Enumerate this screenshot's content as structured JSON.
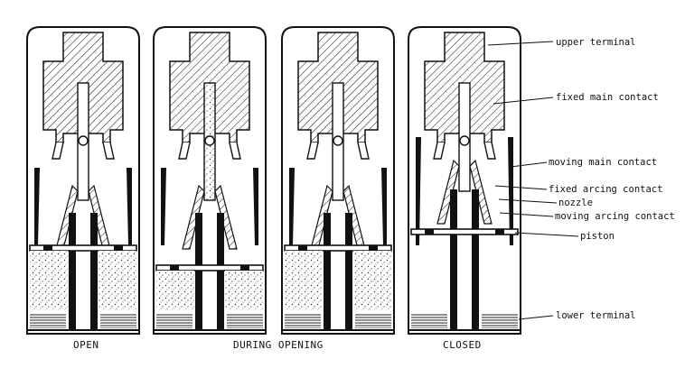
{
  "panels": [
    {
      "caption": "OPEN"
    },
    {
      "caption": "DURING OPENING"
    },
    {
      "caption": ""
    },
    {
      "caption": "CLOSED"
    }
  ],
  "labels": {
    "upper_terminal": "upper terminal",
    "fixed_main_contact": "fixed main contact",
    "moving_main_contact": "moving main contact",
    "fixed_arcing_contact": "fixed arcing contact",
    "nozzle": "nozzle",
    "moving_arcing_contact": "moving arcing contact",
    "piston": "piston",
    "lower_terminal": "lower terminal"
  }
}
